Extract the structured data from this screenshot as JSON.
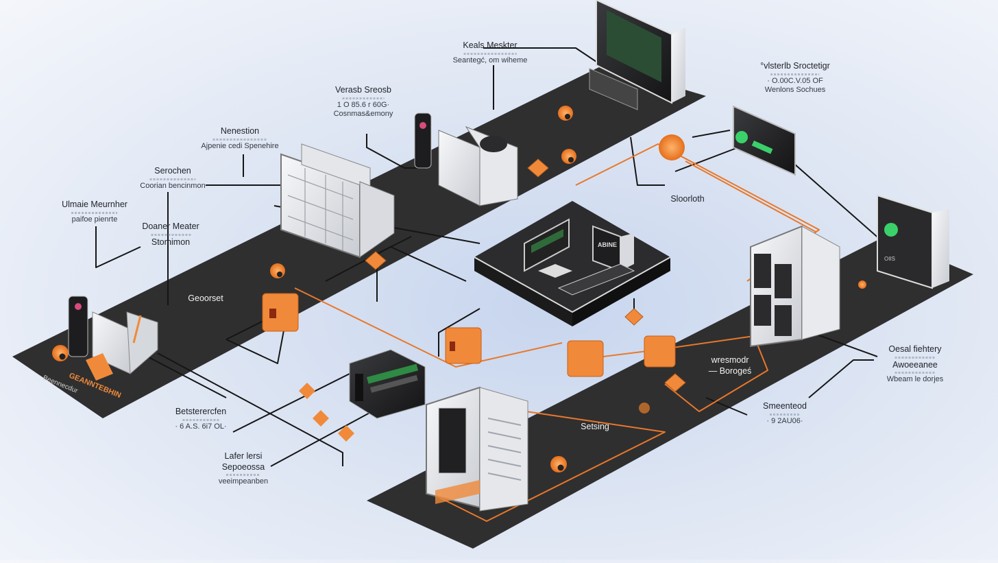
{
  "diagram": {
    "title": "",
    "palette": {
      "platform": "#2f2f30",
      "platform_edge": "#1a1a1b",
      "link_black": "#151515",
      "link_orange": "#e8782a",
      "node_orange": "#f08a3a",
      "device_light": "#e9ebee",
      "screen_green": "#3bd16a",
      "background": "#dde5f3"
    },
    "labels": [
      {
        "id": "keals-meskter",
        "title": "Keals Meskter",
        "line2": "Seantegć, om wiheme",
        "line3": "",
        "dark": false
      },
      {
        "id": "verasb-sreosb",
        "title": "Verasb Sreosb",
        "line2": "1 O 85.6 r 60G·",
        "line3": "Cosnmas&emony",
        "dark": false
      },
      {
        "id": "nenestion",
        "title": "Nenestion",
        "line2": "Ajpenie cedi Spenehire",
        "line3": "",
        "dark": false
      },
      {
        "id": "serochen",
        "title": "Serochen",
        "line2": "Coorian bencinmon",
        "line3": "",
        "dark": false
      },
      {
        "id": "ulmaie-meurnher",
        "title": "Ulmaie Meurnher",
        "line2": "paifoe pienrte",
        "line3": "",
        "dark": false
      },
      {
        "id": "doaner-meater",
        "title": "Doaner Meater",
        "line2": "Stomimon",
        "line3": "",
        "dark": false
      },
      {
        "id": "vistertb-sroctetigr",
        "title": "°vlsterlb Sroctetigr",
        "line2": "· O.00C.V.05 OF",
        "line3": "Wenlons Sochues",
        "dark": false
      },
      {
        "id": "sloorloth",
        "title": "Sloorloth",
        "line2": "",
        "line3": "",
        "dark": false
      },
      {
        "id": "geoorset",
        "title": "Geoorset",
        "line2": "",
        "line3": "",
        "dark": true
      },
      {
        "id": "oesal-fiehtery",
        "title": "Oesal fiehtery",
        "line2": "Awoeeanee",
        "line3": "Wbeam le dorjes",
        "dark": false
      },
      {
        "id": "wrnesmodr",
        "title": "wresmodr",
        "line2": "— Borogeś",
        "line3": "",
        "dark": true
      },
      {
        "id": "smeenteod",
        "title": "Smeenteod",
        "line2": "· 9 2AU06·",
        "line3": "",
        "dark": false
      },
      {
        "id": "betsterercfen",
        "title": "Betsterercfen",
        "line2": "· 6 A.S. 6i7 OL·",
        "line3": "",
        "dark": false
      },
      {
        "id": "lafer-lersi",
        "title": "Lafer lersi",
        "line2": "Sepoeossa",
        "line3": "veeimpeanben",
        "dark": false
      },
      {
        "id": "setsing",
        "title": "Setsing",
        "line2": "",
        "line3": "",
        "dark": true
      }
    ],
    "devices": [
      {
        "id": "top-display-rack",
        "kind": "display-rack"
      },
      {
        "id": "top-switch",
        "kind": "switch"
      },
      {
        "id": "left-server-cabinet",
        "kind": "cabinet"
      },
      {
        "id": "left-phone-tower",
        "kind": "phone-tower"
      },
      {
        "id": "left-end-terminal",
        "kind": "terminal"
      },
      {
        "id": "center-workstation",
        "kind": "workstation"
      },
      {
        "id": "right-server-rack",
        "kind": "server-rack"
      },
      {
        "id": "right-display-tower",
        "kind": "display-tower"
      },
      {
        "id": "router-box",
        "kind": "router"
      },
      {
        "id": "bottom-server-tower",
        "kind": "server-tower"
      }
    ],
    "platform_captions": [
      {
        "id": "left-caption-1",
        "text": "Beennecdur"
      },
      {
        "id": "left-caption-2",
        "text": "GEANNTEBHIN"
      }
    ],
    "screen_text": {
      "workstation": "ABINE",
      "right_tower": "OIIS"
    }
  }
}
